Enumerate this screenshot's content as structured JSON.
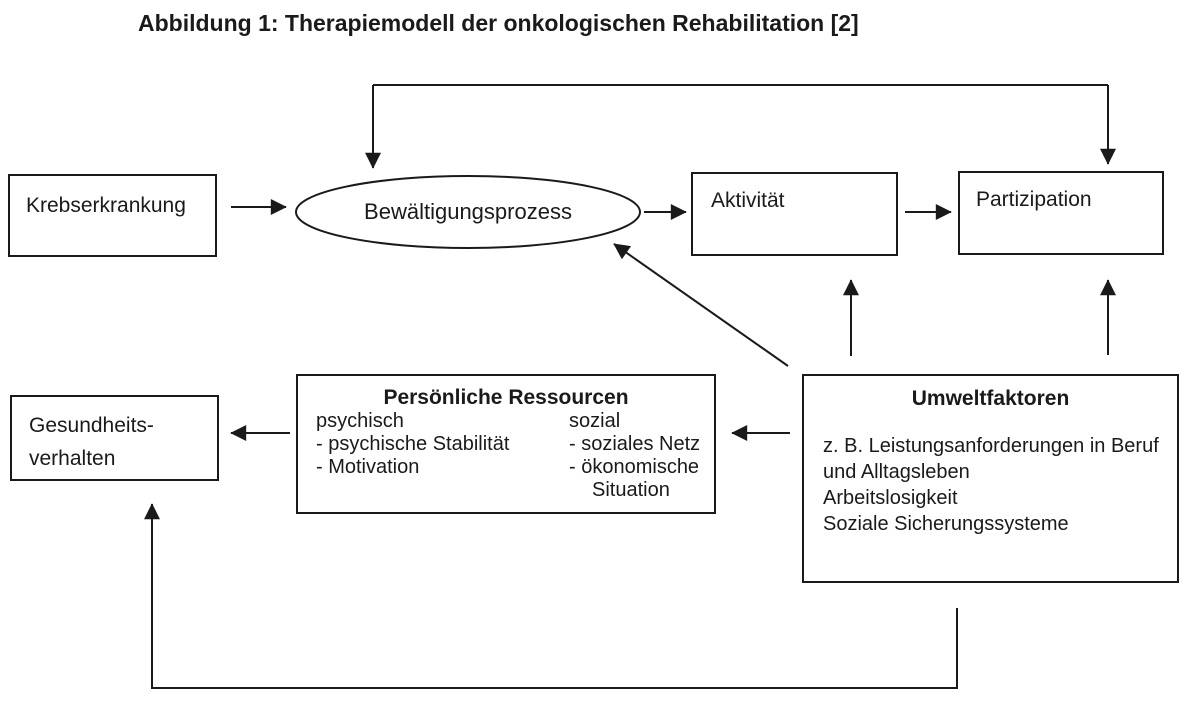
{
  "title": "Abbildung 1: Therapiemodell der onkologischen Rehabilitation [2]",
  "colors": {
    "ink": "#1a1a1a",
    "background": "#ffffff"
  },
  "nodes": {
    "krebserkrankung": {
      "label": "Krebserkrankung",
      "shape": "rectangle"
    },
    "bewaeltigungsprozess": {
      "label": "Bewältigungsprozess",
      "shape": "ellipse"
    },
    "aktivitaet": {
      "label": "Aktivität",
      "shape": "rectangle"
    },
    "partizipation": {
      "label": "Partizipation",
      "shape": "rectangle"
    },
    "gesundheitsverhalten": {
      "lines": [
        "Gesundheits-",
        "verhalten"
      ],
      "shape": "rectangle"
    },
    "persoenliche_ressourcen": {
      "title": "Persönliche Ressourcen",
      "left": {
        "heading": "psychisch",
        "items": [
          "- psychische Stabilität",
          "- Motivation"
        ]
      },
      "right": {
        "heading": "sozial",
        "items": [
          "- soziales Netz",
          "- ökonomische",
          "Situation"
        ]
      },
      "shape": "rectangle"
    },
    "umweltfaktoren": {
      "title": "Umweltfaktoren",
      "lines": [
        "z. B. Leistungsanforderungen in Beruf",
        "und Alltagsleben",
        "Arbeitslosigkeit",
        "Soziale Sicherungssysteme"
      ],
      "shape": "rectangle"
    }
  },
  "edges": [
    {
      "from": "krebserkrankung",
      "to": "bewaeltigungsprozess"
    },
    {
      "from": "bewaeltigungsprozess",
      "to": "aktivitaet"
    },
    {
      "from": "aktivitaet",
      "to": "partizipation"
    },
    {
      "from": "feedback-loop-top",
      "to": "bewaeltigungsprozess-and-partizipation"
    },
    {
      "from": "umweltfaktoren",
      "to": "bewaeltigungsprozess"
    },
    {
      "from": "umweltfaktoren",
      "to": "aktivitaet"
    },
    {
      "from": "umweltfaktoren",
      "to": "partizipation"
    },
    {
      "from": "umweltfaktoren",
      "to": "persoenliche_ressourcen"
    },
    {
      "from": "persoenliche_ressourcen",
      "to": "gesundheitsverhalten"
    },
    {
      "from": "umweltfaktoren",
      "to": "gesundheitsverhalten",
      "via": "bottom-loop"
    }
  ]
}
